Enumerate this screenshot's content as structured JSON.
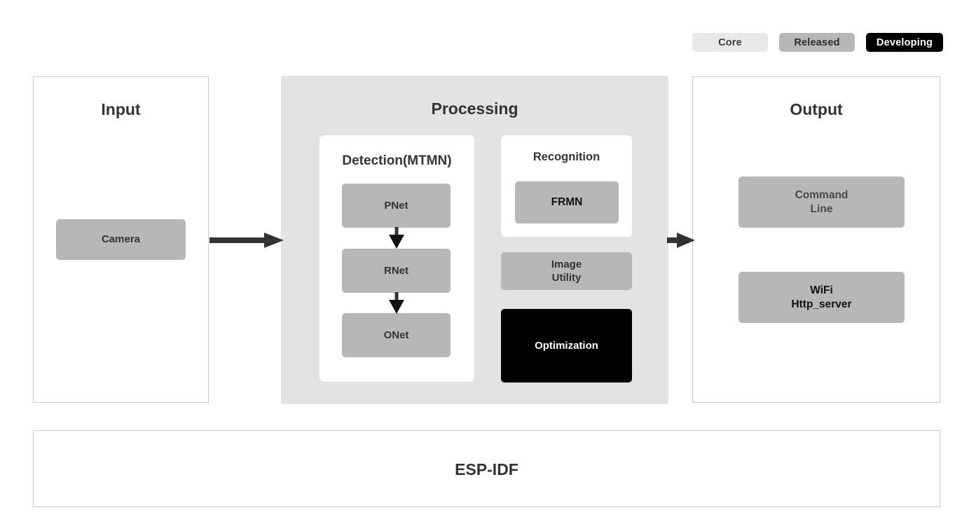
{
  "legend": {
    "items": [
      {
        "label": "Core",
        "color": "#e8e8e8"
      },
      {
        "label": "Released",
        "color": "#b7b7b7"
      },
      {
        "label": "Developing",
        "color": "#000000"
      }
    ]
  },
  "panels": {
    "input": {
      "title": "Input",
      "blocks": [
        {
          "label": "Camera",
          "status": "Released",
          "color": "#b7b7b7"
        }
      ]
    },
    "processing": {
      "title": "Processing",
      "cards": [
        {
          "title": "Detection(MTMN)",
          "blocks": [
            {
              "label": "PNet",
              "status": "Released",
              "color": "#b7b7b7"
            },
            {
              "label": "RNet",
              "status": "Released",
              "color": "#b7b7b7"
            },
            {
              "label": "ONet",
              "status": "Released",
              "color": "#b7b7b7"
            }
          ]
        },
        {
          "title": "Recognition",
          "blocks": [
            {
              "label": "FRMN",
              "status": "Released",
              "color": "#b7b7b7"
            }
          ]
        }
      ],
      "blocks": [
        {
          "label_line1": "Image",
          "label_line2": "Utility",
          "status": "Released",
          "color": "#b7b7b7"
        },
        {
          "label_line1": "Optimization",
          "label_line2": "",
          "status": "Developing",
          "color": "#000000"
        }
      ]
    },
    "output": {
      "title": "Output",
      "blocks": [
        {
          "label_line1": "Command",
          "label_line2": "Line",
          "status": "Released",
          "color": "#b7b7b7"
        },
        {
          "label_line1": "WiFi",
          "label_line2": "Http_server",
          "status": "Released",
          "color": "#b7b7b7"
        }
      ]
    },
    "foundation": {
      "title": "ESP-IDF"
    }
  },
  "arrows": [
    {
      "name": "input-to-processing",
      "direction": "right"
    },
    {
      "name": "processing-to-output",
      "direction": "right"
    },
    {
      "name": "pnet-to-rnet",
      "direction": "down"
    },
    {
      "name": "rnet-to-onet",
      "direction": "down"
    }
  ],
  "colors": {
    "core": "#e8e8e8",
    "released": "#b7b7b7",
    "developing": "#000000",
    "panel_background": "#e3e3e3",
    "panel_border": "#c9c9c9",
    "text_dark": "#333333"
  }
}
